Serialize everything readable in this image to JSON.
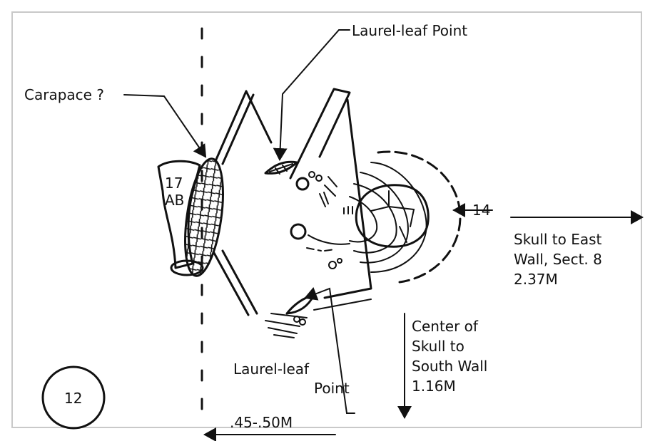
{
  "labels": {
    "laurel_top": "Laurel-leaf Point",
    "carapace": "Carapace ?",
    "feature_17_line1": "17",
    "feature_17_line2": "AB",
    "feature_14": "14",
    "east_1": "Skull to East",
    "east_2": "Wall, Sect. 8",
    "east_3": "2.37M",
    "south_1": "Center of",
    "south_2": "Skull to",
    "south_3": "South Wall",
    "south_4": "1.16M",
    "laurel_bottom_1": "Laurel-leaf",
    "laurel_bottom_2": "Point",
    "feature_12": "12",
    "width_measure": ".45-.50M"
  },
  "colors": {
    "ink": "#111111",
    "frame": "#c9c9c9",
    "background": "#ffffff"
  }
}
